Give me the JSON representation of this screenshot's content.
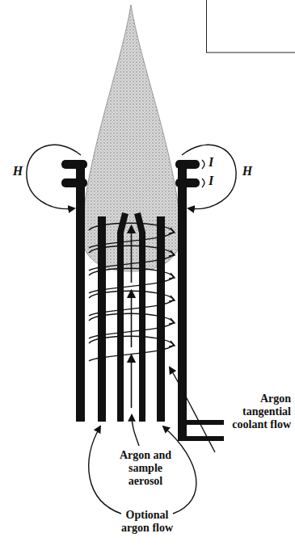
{
  "diagram": {
    "labels": [
      "H",
      "H",
      "I",
      "I",
      "Argon tangential coolant flow",
      "Argon and sample aerosol",
      "Optional argon flow"
    ]
  }
}
